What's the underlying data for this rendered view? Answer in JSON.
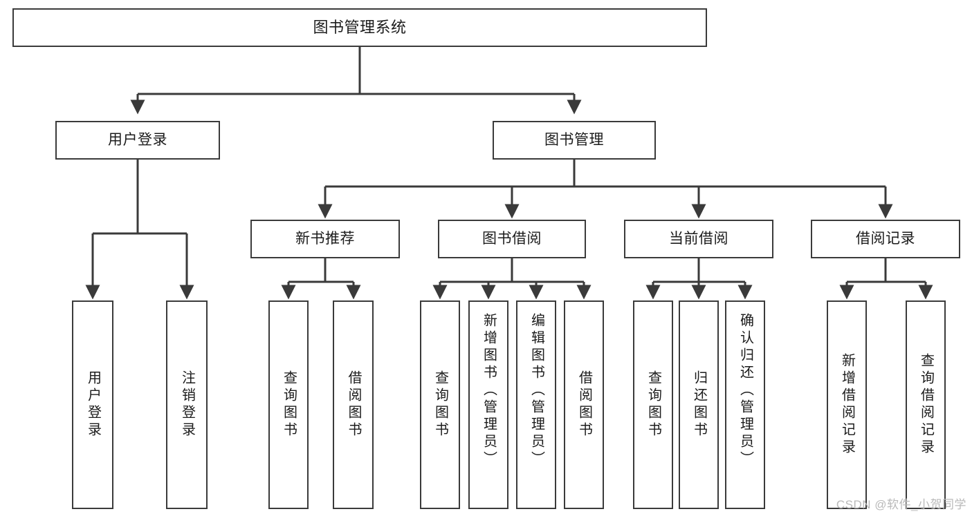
{
  "diagram": {
    "title": "图书管理系统",
    "type": "tree",
    "root": {
      "label": "图书管理系统"
    },
    "level2": [
      {
        "label": "用户登录"
      },
      {
        "label": "图书管理"
      }
    ],
    "level3": [
      {
        "label": "新书推荐"
      },
      {
        "label": "图书借阅"
      },
      {
        "label": "当前借阅"
      },
      {
        "label": "借阅记录"
      }
    ],
    "leaves": {
      "user_login": [
        {
          "label": "用户登录"
        },
        {
          "label": "注销登录"
        }
      ],
      "new_book_recommend": [
        {
          "label": "查询图书"
        },
        {
          "label": "借阅图书"
        }
      ],
      "book_borrow": [
        {
          "label": "查询图书"
        },
        {
          "label": "新增图书（管理员）"
        },
        {
          "label": "编辑图书（管理员）"
        },
        {
          "label": "借阅图书"
        }
      ],
      "current_borrow": [
        {
          "label": "查询图书"
        },
        {
          "label": "归还图书"
        },
        {
          "label": "确认归还（管理员）"
        }
      ],
      "borrow_record": [
        {
          "label": "新增借阅记录"
        },
        {
          "label": "查询借阅记录"
        }
      ]
    }
  },
  "watermark": {
    "text": "CSDN @软件_小贺同学"
  },
  "colors": {
    "border": "#3a3a3a",
    "text": "#1b1b1b",
    "background": "#ffffff",
    "watermark": "#b9b9b9"
  }
}
